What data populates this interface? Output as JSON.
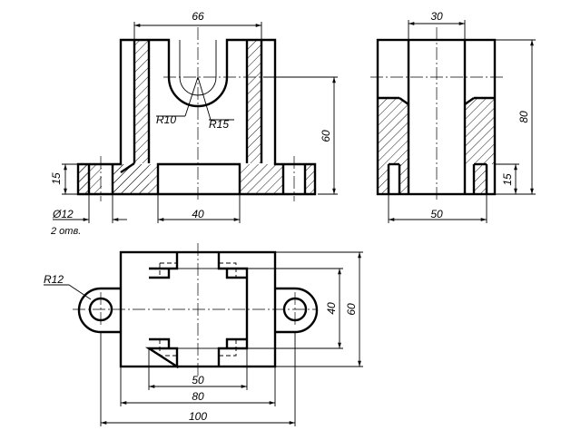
{
  "front_view": {
    "dim_width": "66",
    "dim_height": "60",
    "dim_base": "15",
    "dim_slot": "40",
    "radius_inner": "R10",
    "radius_outer": "R15",
    "hole_dia": "Ø12",
    "hole_count": "2 отв."
  },
  "side_view": {
    "dim_top": "30",
    "dim_height": "80",
    "dim_base": "15",
    "dim_bottom": "50"
  },
  "top_view": {
    "radius_lug": "R12",
    "dim_inner": "50",
    "dim_body": "80",
    "dim_total": "100",
    "dim_depth": "40",
    "dim_depth_total": "60"
  }
}
